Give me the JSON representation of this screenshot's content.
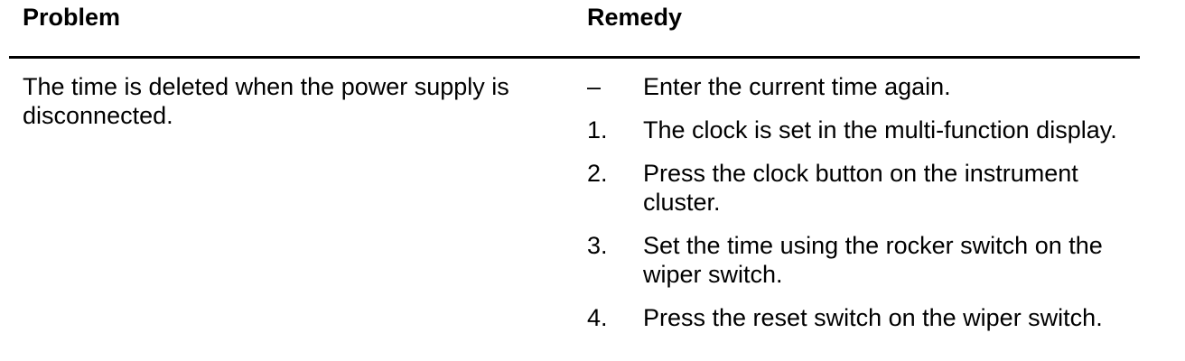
{
  "table": {
    "columns": [
      {
        "header": "Problem"
      },
      {
        "header": "Remedy"
      }
    ],
    "rows": [
      {
        "problem": "The time is deleted when the power supply is disconnected.",
        "remedies": [
          {
            "marker": "–",
            "text": "Enter the current time again."
          },
          {
            "marker": "1.",
            "text": "The clock is set in the multi-function display."
          },
          {
            "marker": "2.",
            "text": "Press the clock button on the instrument cluster."
          },
          {
            "marker": "3.",
            "text": "Set the time using the rocker switch on the wiper switch."
          },
          {
            "marker": "4.",
            "text": "Press the reset switch on the wiper switch."
          }
        ]
      }
    ]
  }
}
